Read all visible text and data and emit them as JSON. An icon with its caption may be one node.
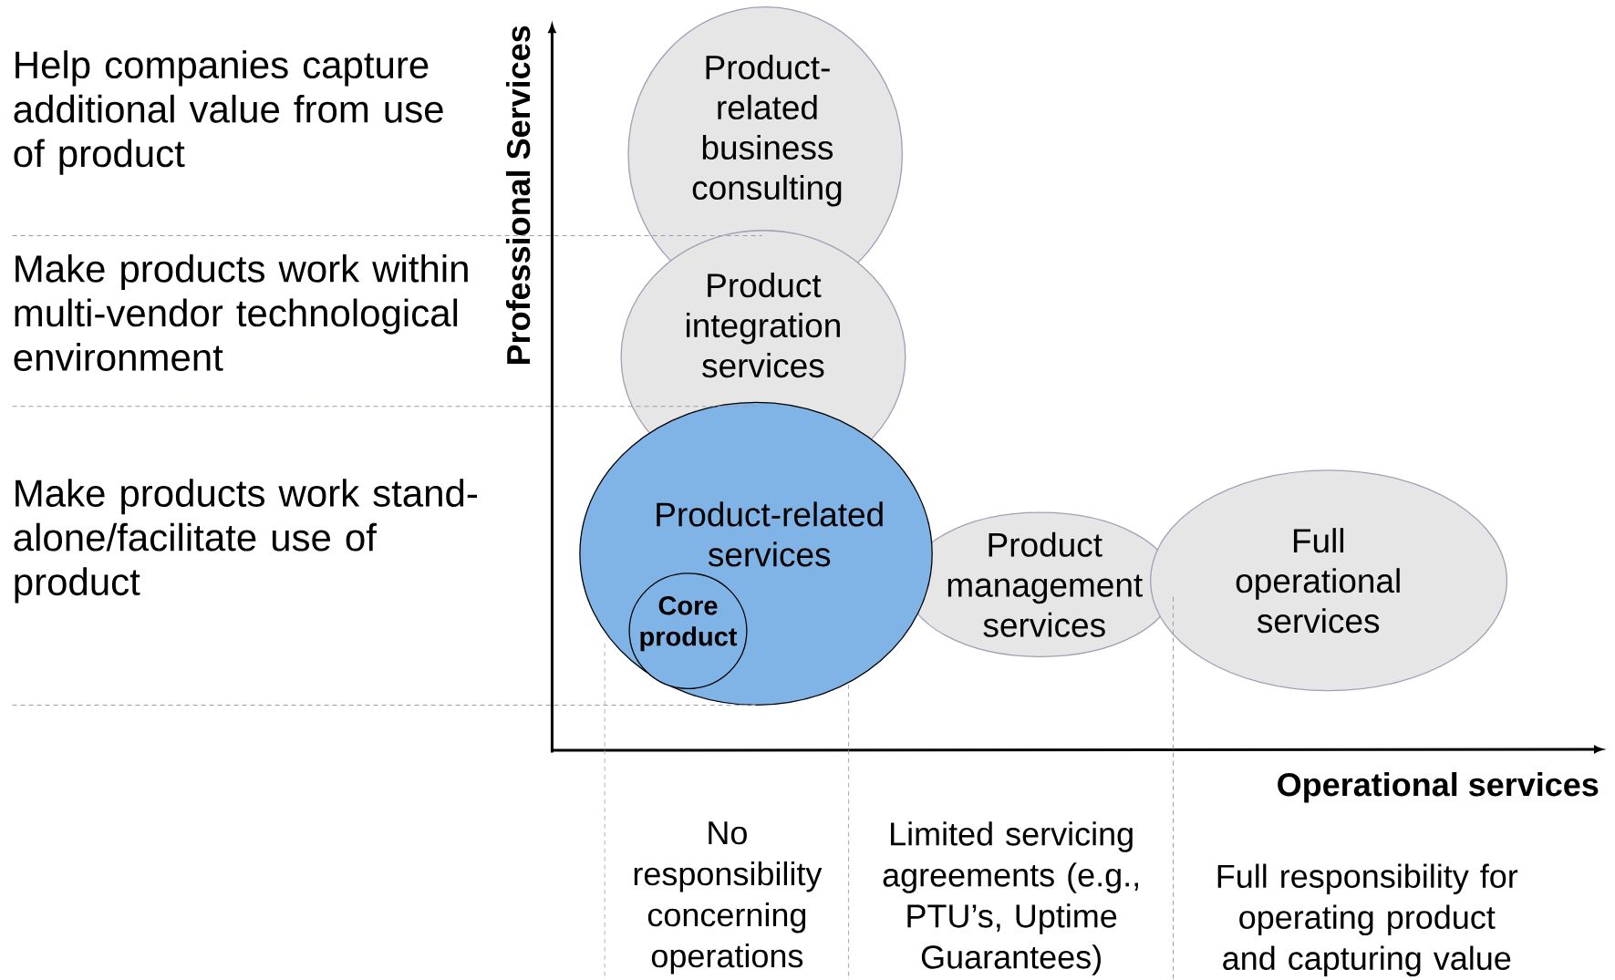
{
  "diagram": {
    "nodes": [
      {
        "text": [
          "Product-related business consulting"
        ]
      },
      {
        "text": [
          "Product integration services"
        ]
      },
      {
        "text": [
          "Product-related services"
        ]
      },
      {
        "text": [
          "Core product"
        ],
        "in": 2
      },
      {
        "text": [
          "Product management services"
        ]
      },
      {
        "text": [
          "Full operational services"
        ]
      }
    ],
    "labels": [
      "Help companies capture additional value from use of product",
      "Make products work within multi-vendor technological environment",
      "Make products work stand-alone/facilitate use of product",
      "Professional Services",
      "Operational services",
      "No responsibility concerning operations",
      "Limited servicing agreements (e.g., PTU’s, Uptime Guarantees)",
      "Full responsibility for operating product and capturing value"
    ]
  }
}
